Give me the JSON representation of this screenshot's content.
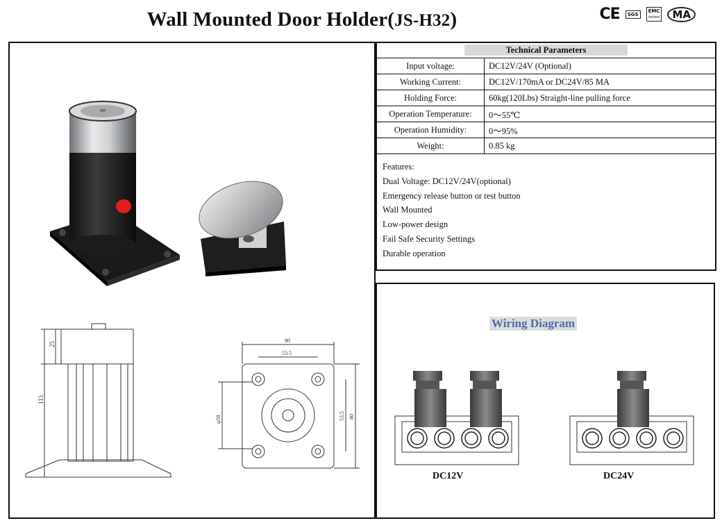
{
  "header": {
    "title": "Wall Mounted Door Holder(",
    "model": "JS-H32",
    "close_paren": ")",
    "certs": {
      "ce": "CE",
      "sgs": "SGS",
      "emc": "EMC",
      "emc_sub": "tested",
      "cma": "MA"
    }
  },
  "drawing": {
    "side_top": "25",
    "side_height": "115",
    "plate_width": "80",
    "hole_spacing": "53.5",
    "dia": "φ58",
    "h_spacing": "53.5",
    "h_width": "80"
  },
  "params": {
    "heading": "Technical Parameters",
    "rows": [
      {
        "key": "Input voltage:",
        "value": "DC12V/24V (Optional)"
      },
      {
        "key": "Working Current:",
        "value": "DC12V/170mA or DC24V/85 MA"
      },
      {
        "key": "Holding Force:",
        "value": "60kg(120Lbs) Straight-line pulling force"
      },
      {
        "key": "Operation Temperature:",
        "value": "0～55℃"
      },
      {
        "key": "Operation Humidity:",
        "value": "0～95%"
      },
      {
        "key": "Weight:",
        "value": "0.85 kg"
      }
    ],
    "features": [
      "Features:",
      "Dual Voltage: DC12V/24V(optional)",
      "Emergency release button or test button",
      "Wall Mounted",
      "Low-power design",
      "Fail Safe Security Settings",
      "Durable operation"
    ]
  },
  "wiring": {
    "title": "Wiring Diagram",
    "left_label": "DC12V",
    "right_label": "DC24V"
  }
}
